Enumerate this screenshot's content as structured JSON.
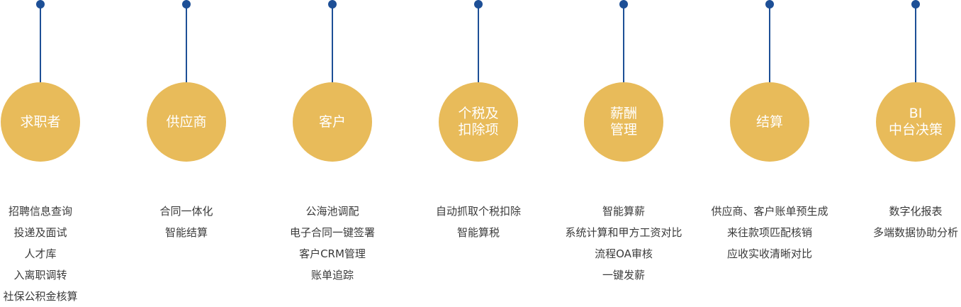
{
  "colors": {
    "node_fill": "#e8bb5a",
    "node_text": "#ffffff",
    "connector": "#1d4f96",
    "item_text": "#3a3a3a"
  },
  "stages": [
    {
      "title": "求职者",
      "items": [
        "招聘信息查询",
        "投递及面试",
        "人才库",
        "入离职调转",
        "社保公积金核算"
      ]
    },
    {
      "title": "供应商",
      "items": [
        "合同一体化",
        "智能结算"
      ]
    },
    {
      "title": "客户",
      "items": [
        "公海池调配",
        "电子合同一键签署",
        "客户CRM管理",
        "账单追踪"
      ]
    },
    {
      "title": "个税及\n扣除项",
      "items": [
        "自动抓取个税扣除",
        "智能算税"
      ]
    },
    {
      "title": "薪酬\n管理",
      "items": [
        "智能算薪",
        "系统计算和甲方工资对比",
        "流程OA审核",
        "一键发薪"
      ]
    },
    {
      "title": "结算",
      "items": [
        "供应商、客户账单预生成",
        "来往款项匹配核销",
        "应收实收清晰对比"
      ]
    },
    {
      "title": "BI\n中台决策",
      "items": [
        "数字化报表",
        "多端数据协助分析"
      ]
    }
  ]
}
